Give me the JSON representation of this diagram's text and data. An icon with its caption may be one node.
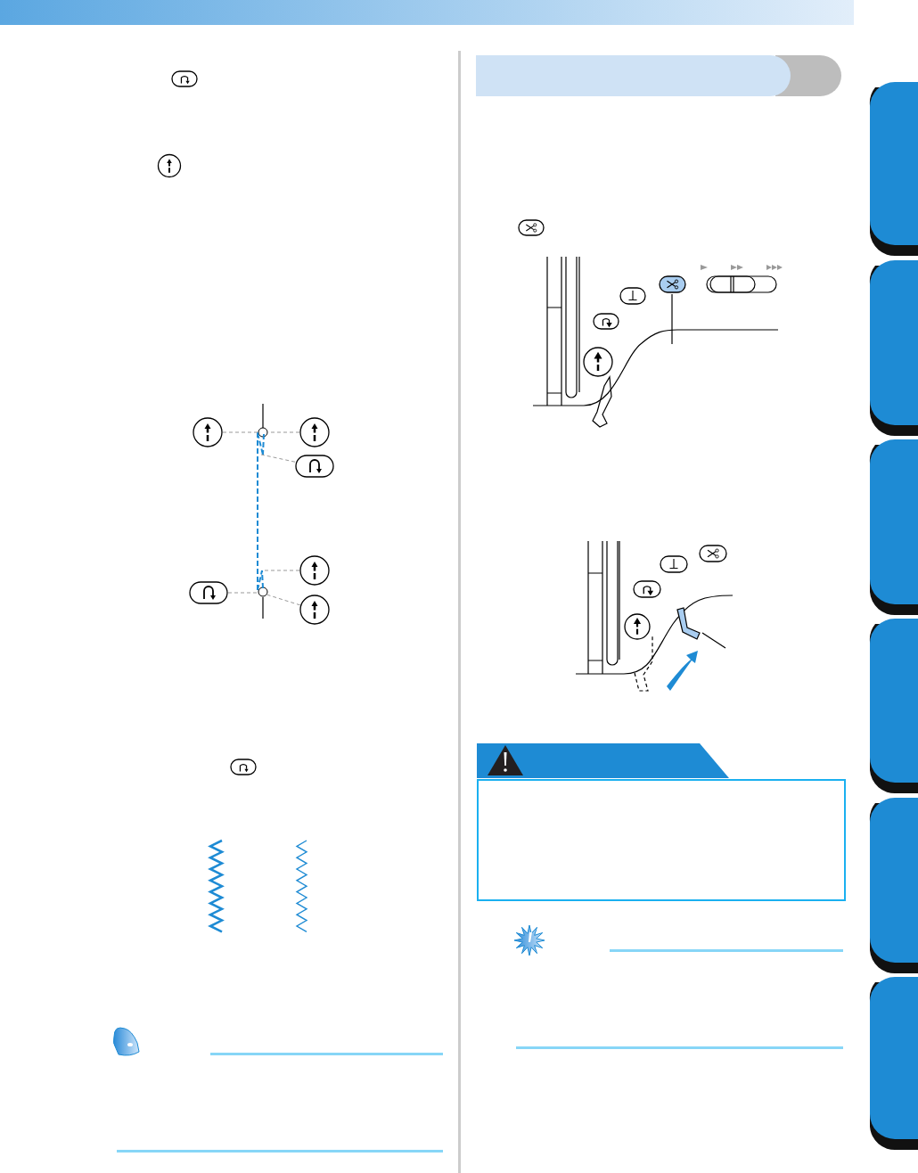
{
  "diagram": {
    "nodes": [
      {
        "text": [],
        "shape": "circle"
      },
      {
        "text": [],
        "shape": "circle"
      },
      {
        "text": [],
        "shape": "box"
      },
      {
        "text": [],
        "shape": "circle"
      },
      {
        "text": [],
        "shape": "box"
      },
      {
        "text": [],
        "shape": "circle"
      }
    ],
    "edges": [
      {
        "from": 0,
        "to": null,
        "arrow": "none",
        "style": "dashed"
      },
      {
        "from": 1,
        "to": null,
        "arrow": "none",
        "style": "dashed"
      },
      {
        "from": 2,
        "to": null,
        "arrow": "none",
        "style": "dashed"
      },
      {
        "from": 3,
        "to": null,
        "arrow": "none",
        "style": "dashed"
      },
      {
        "from": 4,
        "to": null,
        "arrow": "none",
        "style": "dashed"
      },
      {
        "from": 5,
        "to": null,
        "arrow": "none",
        "style": "dashed"
      }
    ]
  }
}
